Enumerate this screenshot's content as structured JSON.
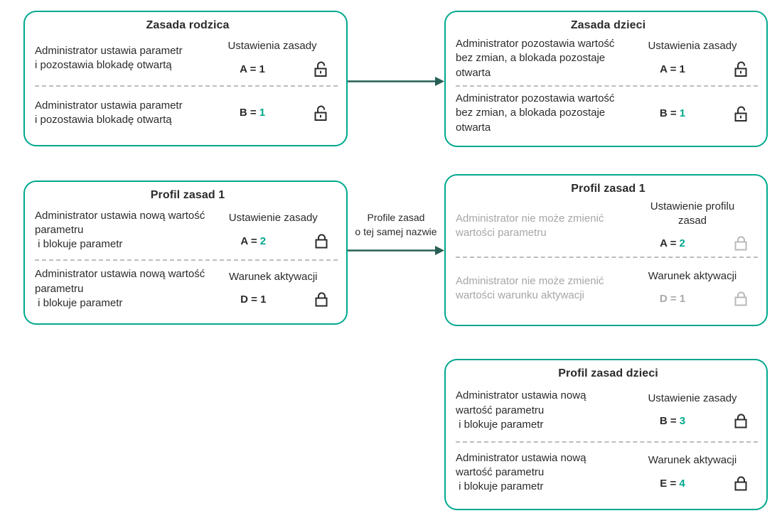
{
  "colors": {
    "accent_teal": "#00a88e",
    "arrow_teal": "#265f55",
    "text": "#2b2b2b",
    "muted_text": "#a6a6a6",
    "muted_lock": "#b8b8b8",
    "divider": "#bdbdbd"
  },
  "boxes": [
    {
      "title": "Zasada rodzica",
      "rows": [
        {
          "header": "Ustawienia zasady",
          "text": "Administrator ustawia parametr\ni pozostawia blokadę otwartą",
          "text_color": "default",
          "value_prefix": "A = ",
          "prefix_color": "default",
          "value_num": "1",
          "num_color": "default",
          "lock": "open",
          "lock_color": "default",
          "lock_icon": "open-lock-icon"
        },
        {
          "header": "",
          "text": "Administrator ustawia parametr\ni pozostawia blokadę otwartą",
          "text_color": "default",
          "value_prefix": "B = ",
          "prefix_color": "default",
          "value_num": "1",
          "num_color": "teal",
          "lock": "open",
          "lock_color": "default",
          "lock_icon": "open-lock-icon"
        }
      ]
    },
    {
      "title": "Zasada dzieci",
      "rows": [
        {
          "header": "Ustawienia zasady",
          "text": "Administrator pozostawia wartość\nbez zmian, a blokada pozostaje\notwarta",
          "text_color": "default",
          "value_prefix": "A = ",
          "prefix_color": "default",
          "value_num": "1",
          "num_color": "default",
          "lock": "open",
          "lock_color": "default",
          "lock_icon": "open-lock-icon"
        },
        {
          "header": "",
          "text": "Administrator pozostawia wartość\nbez zmian, a blokada pozostaje\notwarta",
          "text_color": "default",
          "value_prefix": "B = ",
          "prefix_color": "default",
          "value_num": "1",
          "num_color": "teal",
          "lock": "open",
          "lock_color": "default",
          "lock_icon": "open-lock-icon"
        }
      ]
    },
    {
      "title": "Profil zasad 1",
      "rows": [
        {
          "header": "Ustawienie zasady",
          "text": "Administrator ustawia nową wartość\nparametru\n i blokuje parametr",
          "text_color": "default",
          "value_prefix": "A = ",
          "prefix_color": "default",
          "value_num": "2",
          "num_color": "teal",
          "lock": "closed",
          "lock_color": "default",
          "lock_icon": "closed-lock-icon"
        },
        {
          "header": "Warunek aktywacji",
          "text": "Administrator ustawia nową wartość\nparametru\n i blokuje parametr",
          "text_color": "default",
          "value_prefix": "D = ",
          "prefix_color": "default",
          "value_num": "1",
          "num_color": "default",
          "lock": "closed",
          "lock_color": "default",
          "lock_icon": "closed-lock-icon"
        }
      ]
    },
    {
      "title": "Profil zasad 1",
      "rows": [
        {
          "header": "Ustawienie profilu\nzasad",
          "text": "Administrator nie może zmienić\nwartości parametru",
          "text_color": "muted",
          "value_prefix": "A = ",
          "prefix_color": "default",
          "value_num": "2",
          "num_color": "teal",
          "lock": "closed",
          "lock_color": "muted",
          "lock_icon": "closed-lock-icon"
        },
        {
          "header": "Warunek aktywacji",
          "text": "Administrator nie może zmienić\nwartości warunku aktywacji",
          "text_color": "muted",
          "value_prefix": "D = ",
          "prefix_color": "muted",
          "value_num": "1",
          "num_color": "muted",
          "lock": "closed",
          "lock_color": "muted",
          "lock_icon": "closed-lock-icon"
        }
      ]
    },
    {
      "title": "Profil zasad dzieci",
      "rows": [
        {
          "header": "Ustawienie zasady",
          "text": "Administrator ustawia nową\nwartość parametru\n i blokuje parametr",
          "text_color": "default",
          "value_prefix": "B = ",
          "prefix_color": "default",
          "value_num": "3",
          "num_color": "teal",
          "lock": "closed",
          "lock_color": "default",
          "lock_icon": "closed-lock-icon"
        },
        {
          "header": "Warunek aktywacji",
          "text": "Administrator ustawia nową\nwartość parametru\n i blokuje parametr",
          "text_color": "default",
          "value_prefix": "E = ",
          "prefix_color": "default",
          "value_num": "4",
          "num_color": "teal",
          "lock": "closed",
          "lock_color": "default",
          "lock_icon": "closed-lock-icon"
        }
      ]
    }
  ],
  "arrows": [
    {
      "label": ""
    },
    {
      "label": "Profile zasad\no tej samej nazwie"
    }
  ]
}
